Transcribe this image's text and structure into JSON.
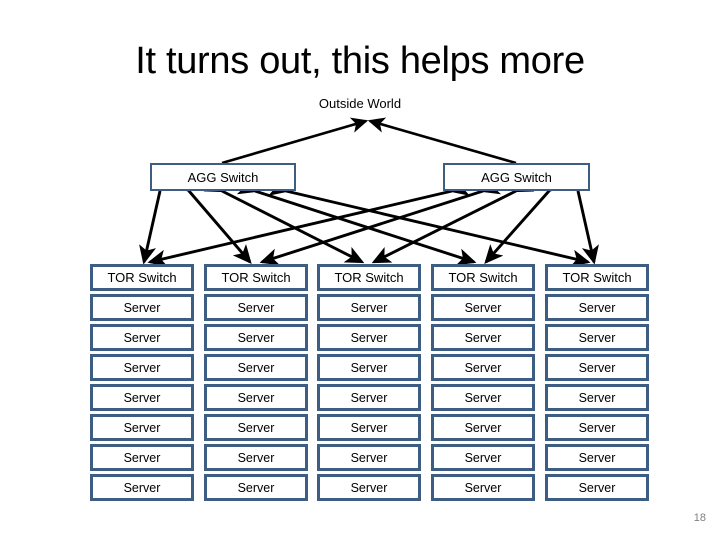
{
  "slide": {
    "title": "It turns out, this helps more",
    "page_number": "18",
    "background_color": "#ffffff",
    "box_border_color": "#3e5d83",
    "arrow_color": "#000000",
    "page_number_color": "#808080"
  },
  "diagram": {
    "outside_world_label": "Outside World",
    "agg_switches": [
      {
        "label": "AGG Switch"
      },
      {
        "label": "AGG Switch"
      }
    ],
    "tor_switches": [
      {
        "label": "TOR Switch"
      },
      {
        "label": "TOR Switch"
      },
      {
        "label": "TOR Switch"
      },
      {
        "label": "TOR Switch"
      },
      {
        "label": "TOR Switch"
      }
    ],
    "server_rack_rows": 7,
    "server_label": "Server",
    "server_columns": [
      {
        "servers": [
          "Server",
          "Server",
          "Server",
          "Server",
          "Server",
          "Server",
          "Server"
        ]
      },
      {
        "servers": [
          "Server",
          "Server",
          "Server",
          "Server",
          "Server",
          "Server",
          "Server"
        ]
      },
      {
        "servers": [
          "Server",
          "Server",
          "Server",
          "Server",
          "Server",
          "Server",
          "Server"
        ]
      },
      {
        "servers": [
          "Server",
          "Server",
          "Server",
          "Server",
          "Server",
          "Server",
          "Server"
        ]
      },
      {
        "servers": [
          "Server",
          "Server",
          "Server",
          "Server",
          "Server",
          "Server",
          "Server"
        ]
      }
    ],
    "connections": {
      "uplinks_to_outside": 2,
      "agg_to_tor_links": 10,
      "link_style": "double-headed-arrow"
    }
  }
}
